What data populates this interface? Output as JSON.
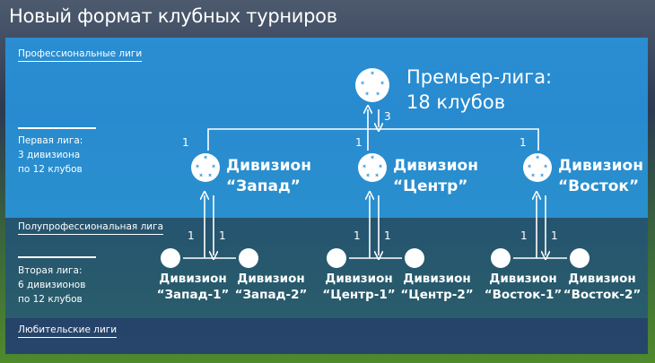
{
  "title": "Новый формат клубных турниров",
  "sections": {
    "pro": "Профессиональные лиги",
    "semi": "Полупрофессиональная лига",
    "amateur": "Любительские лиги"
  },
  "first_league": [
    "Первая лига:",
    "3 дивизиона",
    "по 12 клубов"
  ],
  "second_league": [
    "Вторая лига:",
    "6 дивизионов",
    "по 12 клубов"
  ],
  "premier": {
    "line1": "Премьер-лига:",
    "line2": "18 клубов",
    "exchange": "3"
  },
  "divisions": [
    {
      "line1": "Дивизион",
      "line2": "“Запад”",
      "promo": "1"
    },
    {
      "line1": "Дивизион",
      "line2": "“Центр”",
      "promo": "1"
    },
    {
      "line1": "Дивизион",
      "line2": "“Восток”",
      "promo": "1"
    }
  ],
  "exchange_labels": [
    "1",
    "1"
  ],
  "subdivisions": [
    {
      "line1": "Дивизион",
      "line2": "“Запад-1”"
    },
    {
      "line1": "Дивизион",
      "line2": "“Запад-2”"
    },
    {
      "line1": "Дивизион",
      "line2": "“Центр-1”"
    },
    {
      "line1": "Дивизион",
      "line2": "“Центр-2”"
    },
    {
      "line1": "Дивизион",
      "line2": "“Восток-1”"
    },
    {
      "line1": "Дивизион",
      "line2": "“Восток-2”"
    }
  ],
  "colors": {
    "pro": "#2896e1",
    "semi": "#1e5082",
    "amateur": "#1e3778"
  }
}
